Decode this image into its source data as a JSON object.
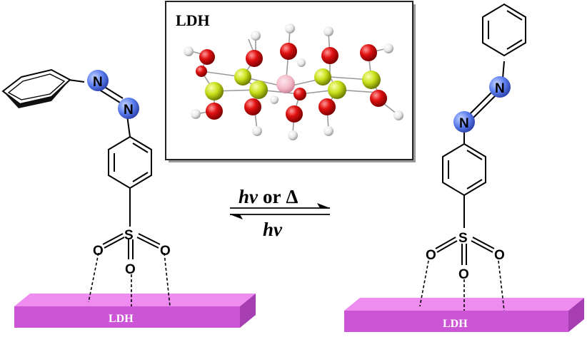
{
  "inset": {
    "title": "LDH"
  },
  "reaction": {
    "forward_symbol": "hν",
    "forward_connector": "or",
    "forward_delta": "Δ",
    "reverse_symbol": "hν"
  },
  "left_molecule": {
    "nitrogen_top": "N",
    "nitrogen_bottom": "N",
    "sulfur": "S",
    "oxygen_left": "O",
    "oxygen_right": "O",
    "oxygen_bottom": "O",
    "slab_label": "LDH"
  },
  "right_molecule": {
    "nitrogen_top": "N",
    "nitrogen_bottom": "N",
    "sulfur": "S",
    "oxygen_left": "O",
    "oxygen_right": "O",
    "oxygen_bottom": "O",
    "slab_label": "LDH"
  },
  "colors": {
    "nitrogen": "#4f6fe0",
    "slab_top": "#ee8cf0",
    "slab_front": "#cc55d6",
    "slab_side": "#a73fb3",
    "oxygen_ball": "#e01010",
    "metal_ball": "#c8e01a",
    "hydrogen_ball": "#f0f0f0",
    "center_ball": "#f2b6c6"
  }
}
